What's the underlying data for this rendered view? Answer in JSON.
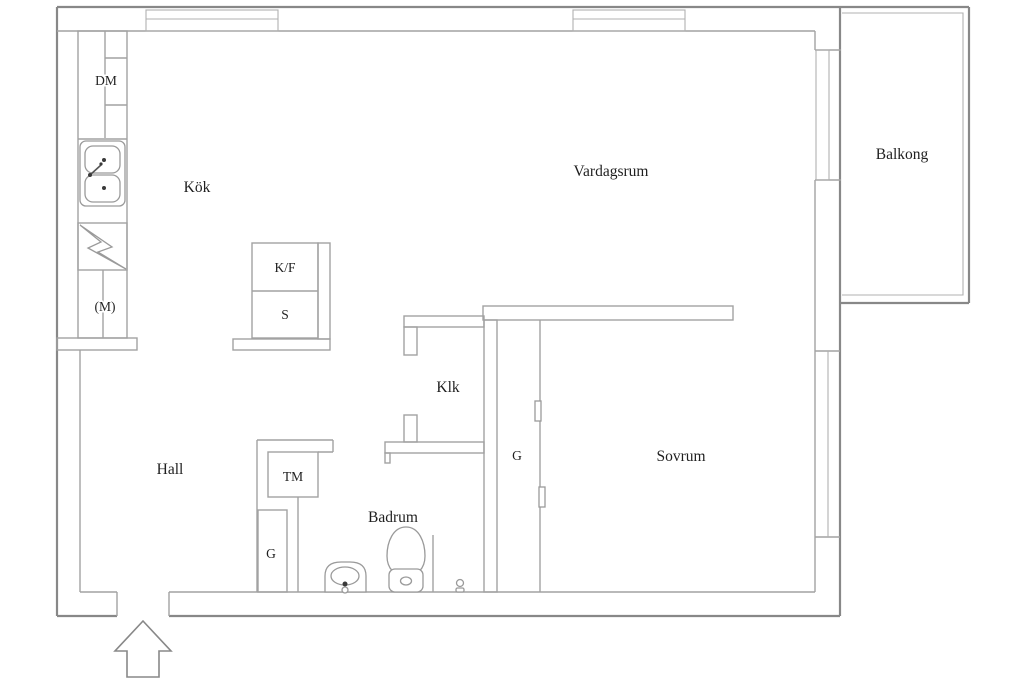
{
  "rooms": {
    "kitchen": "Kök",
    "living_room": "Vardagsrum",
    "balcony": "Balkong",
    "hall": "Hall",
    "walk_in_closet": "Klk",
    "bedroom": "Sovrum",
    "bathroom": "Badrum"
  },
  "fixtures": {
    "dishwasher": "DM",
    "fridge_freezer": "K/F",
    "pantry": "S",
    "microwave": "(M)",
    "washing_machine": "TM",
    "hall_wardrobe": "G",
    "bedroom_wardrobe": "G"
  },
  "colors": {
    "background": "#ffffff",
    "wall_outer": "#888888",
    "wall_inner": "#a2a2a2",
    "label_text": "#1f1f1f"
  }
}
